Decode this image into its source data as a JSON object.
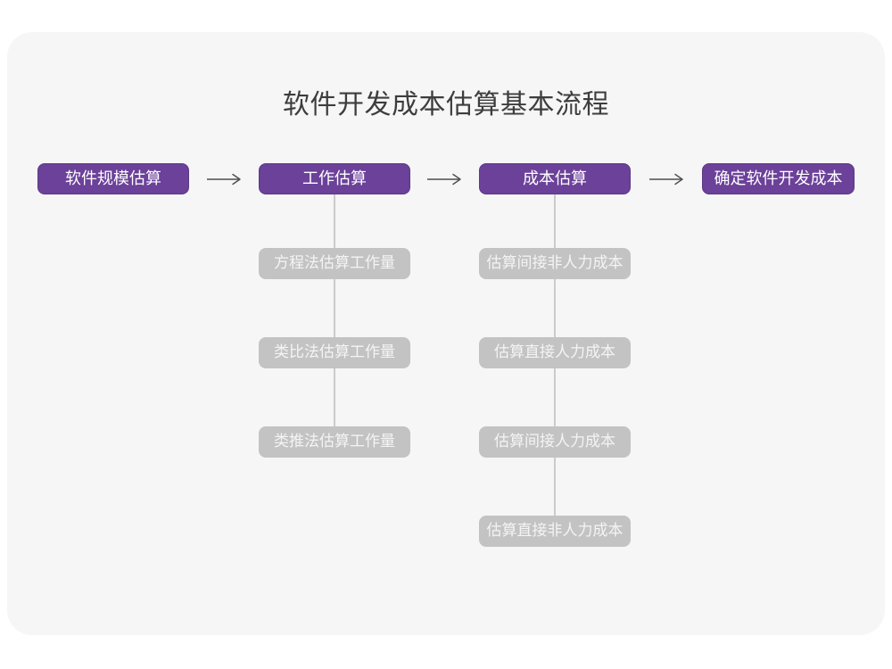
{
  "page": {
    "title": "软件开发成本估算基本流程"
  },
  "colors": {
    "card_background": "#f6f6f7",
    "stage_purple": "#6b4199",
    "stage_border_purple": "#5c3a85",
    "sub_gray": "#c3c3c4",
    "arrow_gray": "#4e4e4e",
    "connector_gray": "#cbcbcb",
    "title_text": "#3d3d3d"
  },
  "flow": {
    "stages": [
      {
        "label": "软件规模估算"
      },
      {
        "label": "工作估算"
      },
      {
        "label": "成本估算"
      },
      {
        "label": "确定软件开发成本"
      }
    ],
    "work_estimation_methods": [
      "方程法估算工作量",
      "类比法估算工作量",
      "类推法估算工作量"
    ],
    "cost_estimation_steps": [
      "估算间接非人力成本",
      "估算直接人力成本",
      "估算间接人力成本",
      "估算直接非人力成本"
    ]
  }
}
